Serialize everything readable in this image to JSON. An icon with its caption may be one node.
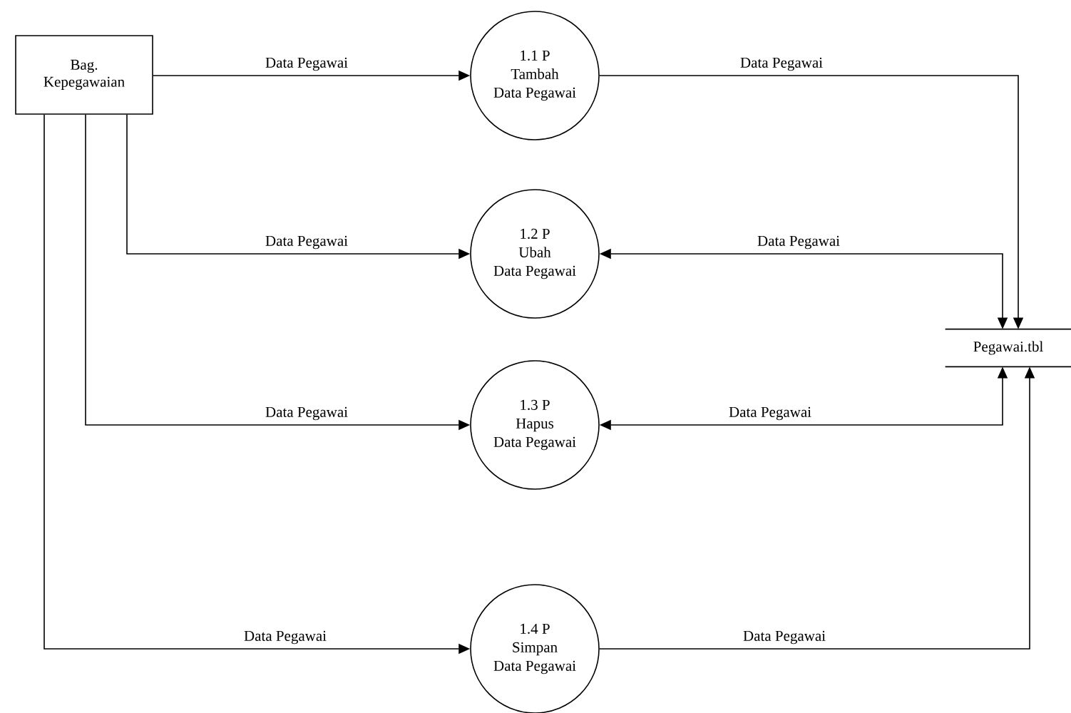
{
  "diagram": {
    "nodes": [
      {
        "text": [
          "Bag.",
          "Kepegawaian"
        ]
      },
      {
        "text": [
          "1.1 P",
          "Tambah",
          "Data Pegawai"
        ]
      },
      {
        "text": [
          "1.2 P",
          "Ubah",
          "Data Pegawai"
        ]
      },
      {
        "text": [
          "1.3 P",
          "Hapus",
          "Data Pegawai"
        ]
      },
      {
        "text": [
          "1.4 P",
          "Simpan",
          "Data Pegawai"
        ]
      },
      {
        "text": [
          "Pegawai.tbl"
        ]
      }
    ],
    "edges": [
      {
        "from": 0,
        "to": 1,
        "arrow": "to",
        "label": "Data Pegawai"
      },
      {
        "from": 0,
        "to": 2,
        "arrow": "to",
        "label": "Data Pegawai"
      },
      {
        "from": 0,
        "to": 3,
        "arrow": "to",
        "label": "Data Pegawai"
      },
      {
        "from": 0,
        "to": 4,
        "arrow": "to",
        "label": "Data Pegawai"
      },
      {
        "from": 1,
        "to": 5,
        "arrow": "to",
        "label": "Data Pegawai"
      },
      {
        "from": 5,
        "to": 2,
        "arrow": "both",
        "label": "Data Pegawai"
      },
      {
        "from": 5,
        "to": 3,
        "arrow": "both",
        "label": "Data Pegawai"
      },
      {
        "from": 4,
        "to": 5,
        "arrow": "to",
        "label": "Data Pegawai"
      }
    ]
  }
}
